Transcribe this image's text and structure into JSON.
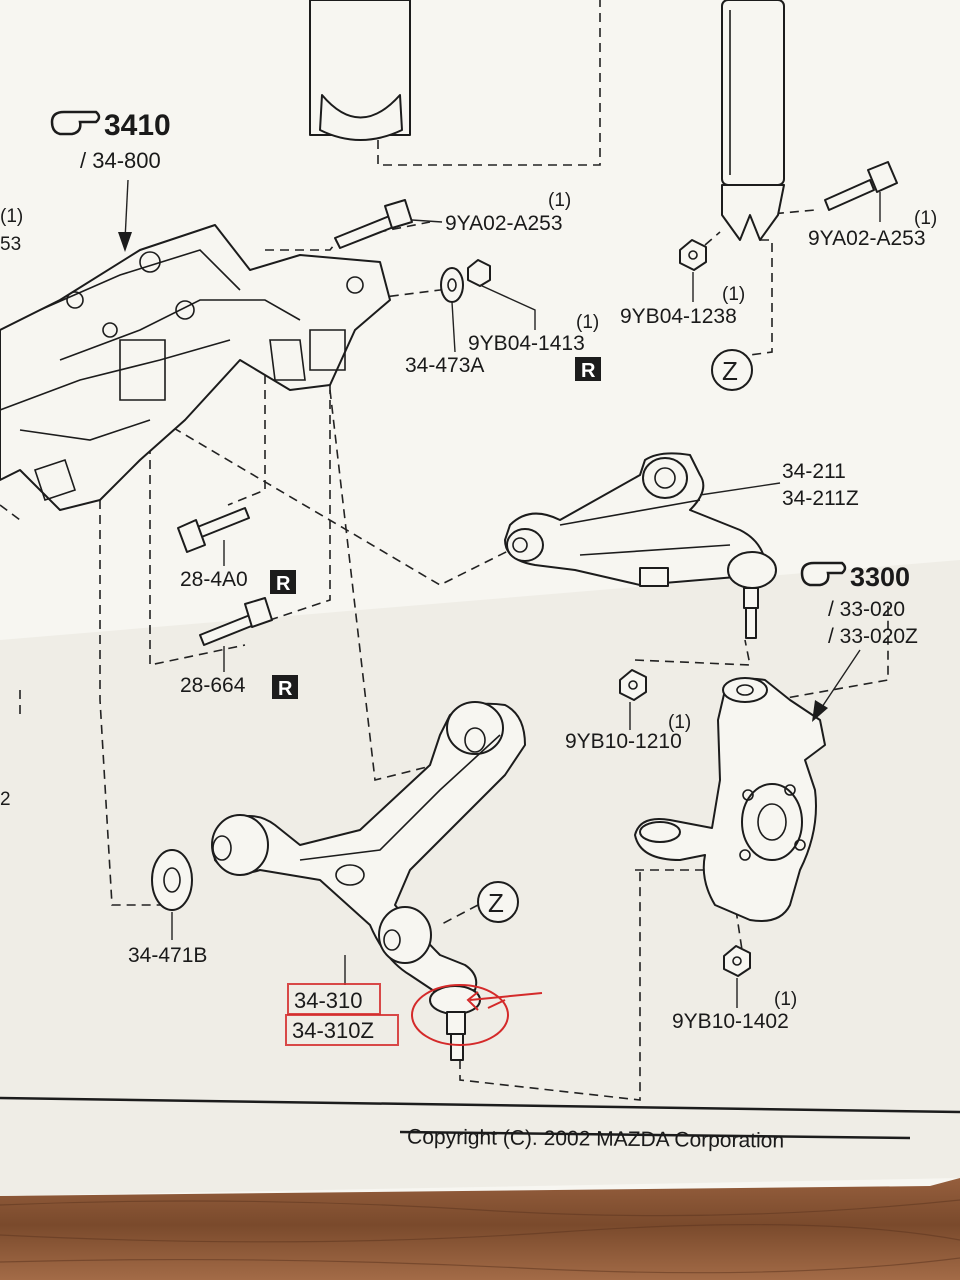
{
  "refs": {
    "r3410": {
      "num": "3410",
      "sub": "/ 34-800"
    },
    "r3300": {
      "num": "3300",
      "sub1": "/ 33-020",
      "sub2": "/ 33-020Z"
    }
  },
  "labels": {
    "left_qty": "(1)",
    "left_frag": "53",
    "left_frag2": "2",
    "bolt_9ya02_top": "9YA02-A253",
    "bolt_9ya02_top_qty": "(1)",
    "bolt_9ya02_right": "9YA02-A253",
    "bolt_9ya02_right_qty": "(1)",
    "nut_9yb04_1413": "9YB04-1413",
    "nut_9yb04_1413_qty": "(1)",
    "washer_34_473a": "34-473A",
    "nut_9yb04_1238": "9YB04-1238",
    "nut_9yb04_1238_qty": "(1)",
    "upper_arm_1": "34-211",
    "upper_arm_2": "34-211Z",
    "bolt_28_4a0": "28-4A0",
    "bolt_28_664": "28-664",
    "nut_9yb10_1210": "9YB10-1210",
    "nut_9yb10_1210_qty": "(1)",
    "nut_9yb10_1402": "9YB10-1402",
    "nut_9yb10_1402_qty": "(1)",
    "washer_34_471b": "34-471B",
    "lower_arm_1": "34-310",
    "lower_arm_2": "34-310Z",
    "z_marker": "Z",
    "r_badge": "R",
    "copyright": "Copyright (C). 2002 MAZDA Corporation"
  },
  "colors": {
    "paper": "#f7f6f1",
    "ink": "#1c1c1c",
    "annotation_red": "#d42a2a",
    "wood": "#8a5a3a"
  },
  "icons": {
    "pointing_hand": "pointing-hand-icon",
    "z_circle": "z-circle-icon",
    "r_badge": "r-badge-icon"
  }
}
